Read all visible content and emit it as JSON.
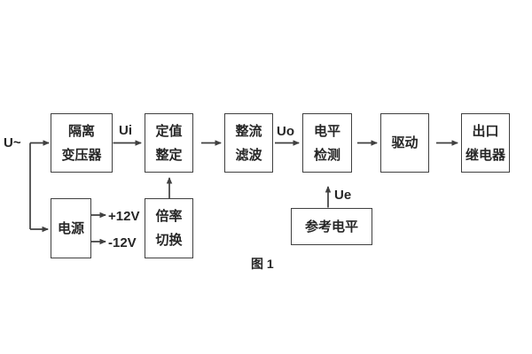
{
  "figure": {
    "caption": "图 1"
  },
  "signals": {
    "input": "U~",
    "ui": "Ui",
    "uo": "Uo",
    "ue": "Ue",
    "plus_12v": "+12V",
    "minus_12v": "-12V"
  },
  "blocks": {
    "isolation_transformer": {
      "line1": "隔离",
      "line2": "变压器"
    },
    "setting_adjust": {
      "line1": "定值",
      "line2": "整定"
    },
    "rectifier_filter": {
      "line1": "整流",
      "line2": "滤波"
    },
    "level_detect": {
      "line1": "电平",
      "line2": "检测"
    },
    "drive": {
      "text": "驱动"
    },
    "output_relay": {
      "line1": "出口",
      "line2": "继电器"
    },
    "power_supply": {
      "text": "电源"
    },
    "ratio_switch": {
      "line1": "倍率",
      "line2": "切换"
    },
    "reference_level": {
      "text": "参考电平"
    }
  },
  "colors": {
    "line": "#404040",
    "text": "#262626",
    "background": "#ffffff"
  }
}
